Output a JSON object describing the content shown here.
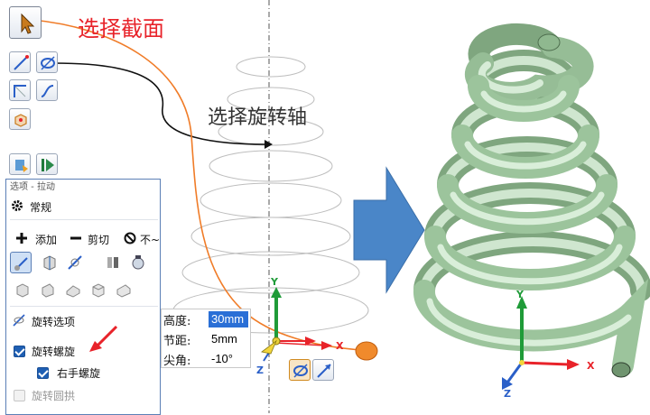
{
  "annotations": {
    "select_section": "选择截面",
    "select_axis": "选择旋转轴"
  },
  "panel": {
    "title": "选项 - 拉动",
    "header": "常规",
    "actions": {
      "add": "添加",
      "cut": "剪切",
      "none": "不~"
    },
    "spin_options": "旋转选项",
    "spin_helix": "旋转螺旋",
    "right_hand": "右手螺旋",
    "spin_dome": "旋转圆拱"
  },
  "params": {
    "height_label": "高度:",
    "height_value": "30mm",
    "pitch_label": "节距:",
    "pitch_value": "5mm",
    "taper_label": "尖角:",
    "taper_value": "-10°"
  },
  "axes": {
    "x": "X",
    "y": "Y",
    "z": "Z"
  },
  "colors": {
    "annotation_red": "#e8232a",
    "curve_orange": "#f07c28",
    "arrow_blue": "#4a86c8",
    "spring_green": "#a8cfa8",
    "checkbox_blue": "#1f5fb3",
    "selection_blue": "#2a6fd6"
  },
  "icons": [
    "select-cursor-icon",
    "select-line-icon",
    "select-loop-icon",
    "select-edge-icon",
    "select-curve-icon",
    "select-body-icon",
    "fill-tool-icon",
    "play-tool-icon",
    "gear-icon",
    "plus-icon",
    "minus-icon",
    "no-entry-icon",
    "pull-direction-icon",
    "revolve-axis-icon"
  ]
}
